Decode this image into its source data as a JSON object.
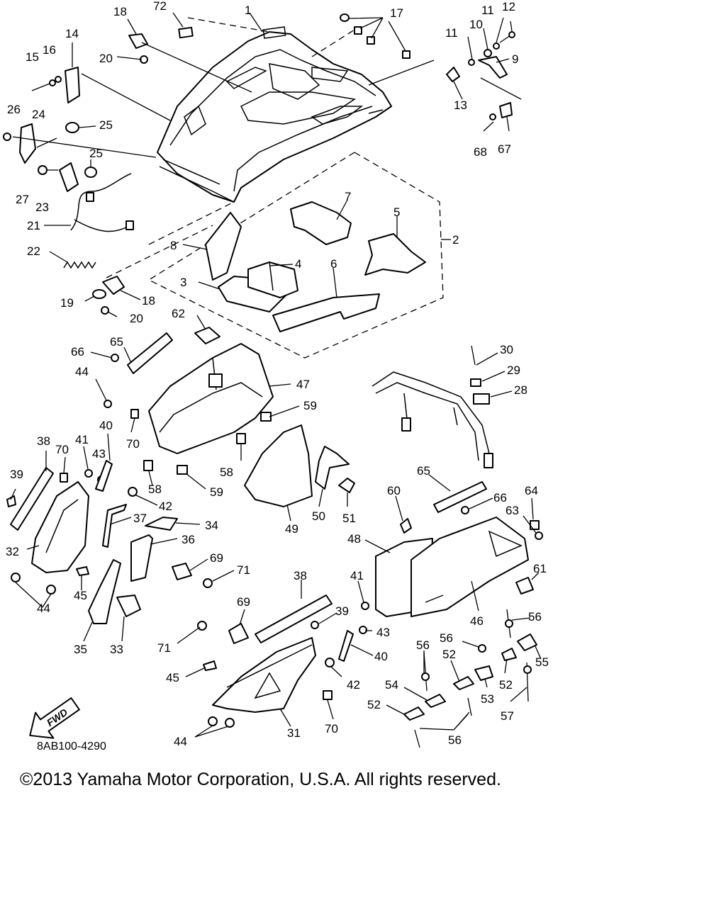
{
  "diagram": {
    "code": "8AB100-4290",
    "fwd_label": "FWD",
    "copyright": "©2013 Yamaha Motor Corporation, U.S.A. All rights reserved.",
    "callouts": [
      {
        "n": "1"
      },
      {
        "n": "2"
      },
      {
        "n": "3"
      },
      {
        "n": "4"
      },
      {
        "n": "5"
      },
      {
        "n": "6"
      },
      {
        "n": "7"
      },
      {
        "n": "8"
      },
      {
        "n": "9"
      },
      {
        "n": "10"
      },
      {
        "n": "11"
      },
      {
        "n": "11"
      },
      {
        "n": "12"
      },
      {
        "n": "13"
      },
      {
        "n": "14"
      },
      {
        "n": "15"
      },
      {
        "n": "16"
      },
      {
        "n": "17"
      },
      {
        "n": "18"
      },
      {
        "n": "18"
      },
      {
        "n": "19"
      },
      {
        "n": "20"
      },
      {
        "n": "20"
      },
      {
        "n": "21"
      },
      {
        "n": "22"
      },
      {
        "n": "23"
      },
      {
        "n": "24"
      },
      {
        "n": "25"
      },
      {
        "n": "25"
      },
      {
        "n": "26"
      },
      {
        "n": "27"
      },
      {
        "n": "28"
      },
      {
        "n": "29"
      },
      {
        "n": "30"
      },
      {
        "n": "31"
      },
      {
        "n": "32"
      },
      {
        "n": "33"
      },
      {
        "n": "34"
      },
      {
        "n": "35"
      },
      {
        "n": "36"
      },
      {
        "n": "37"
      },
      {
        "n": "38"
      },
      {
        "n": "38"
      },
      {
        "n": "39"
      },
      {
        "n": "39"
      },
      {
        "n": "40"
      },
      {
        "n": "40"
      },
      {
        "n": "41"
      },
      {
        "n": "41"
      },
      {
        "n": "42"
      },
      {
        "n": "42"
      },
      {
        "n": "43"
      },
      {
        "n": "43"
      },
      {
        "n": "44"
      },
      {
        "n": "44"
      },
      {
        "n": "44"
      },
      {
        "n": "45"
      },
      {
        "n": "45"
      },
      {
        "n": "46"
      },
      {
        "n": "47"
      },
      {
        "n": "48"
      },
      {
        "n": "49"
      },
      {
        "n": "50"
      },
      {
        "n": "51"
      },
      {
        "n": "52"
      },
      {
        "n": "52"
      },
      {
        "n": "52"
      },
      {
        "n": "53"
      },
      {
        "n": "54"
      },
      {
        "n": "55"
      },
      {
        "n": "56"
      },
      {
        "n": "56"
      },
      {
        "n": "56"
      },
      {
        "n": "56"
      },
      {
        "n": "57"
      },
      {
        "n": "58"
      },
      {
        "n": "58"
      },
      {
        "n": "59"
      },
      {
        "n": "59"
      },
      {
        "n": "60"
      },
      {
        "n": "61"
      },
      {
        "n": "62"
      },
      {
        "n": "63"
      },
      {
        "n": "64"
      },
      {
        "n": "65"
      },
      {
        "n": "65"
      },
      {
        "n": "66"
      },
      {
        "n": "66"
      },
      {
        "n": "67"
      },
      {
        "n": "68"
      },
      {
        "n": "69"
      },
      {
        "n": "69"
      },
      {
        "n": "70"
      },
      {
        "n": "70"
      },
      {
        "n": "70"
      },
      {
        "n": "71"
      },
      {
        "n": "71"
      },
      {
        "n": "72"
      }
    ]
  }
}
